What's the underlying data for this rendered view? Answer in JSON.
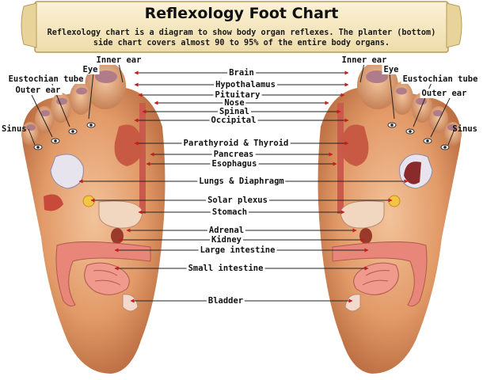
{
  "header": {
    "title": "Reflexology Foot Chart",
    "subtitle_line1": "Reflexology chart is a diagram to show body organ reflexes. The planter (bottom)",
    "subtitle_line2": "side chart covers almost 90 to 95% of the entire body organs."
  },
  "center_labels": {
    "brain": "Brain",
    "hypothalamus": "Hypothalamus",
    "pituitary": "Pituitary",
    "nose": "Nose",
    "spinal": "Spinal",
    "occipital": "Occipital",
    "parathyroid_thyroid": "Parathyroid & Thyroid",
    "pancreas": "Pancreas",
    "esophagus": "Esophagus",
    "lungs_diaphragm": "Lungs & Diaphragm",
    "solar_plexus": "Solar plexus",
    "stomach": "Stomach",
    "adrenal": "Adrenal",
    "kidney": "Kidney",
    "large_intestine": "Large intestine",
    "small_intestine": "Small intestine",
    "bladder": "Bladder"
  },
  "left_foot_labels": {
    "inner_ear": "Inner ear",
    "eye": "Eye",
    "eustachian_tube": "Eustochian tube",
    "outer_ear": "Outer ear",
    "sinus": "Sinus"
  },
  "right_foot_labels": {
    "inner_ear": "Inner ear",
    "eye": "Eye",
    "eustachian_tube": "Eustochian tube",
    "outer_ear": "Outer ear",
    "sinus": "Sinus"
  },
  "colors": {
    "skin": "#e7a878",
    "skin_shadow": "#c27a4f",
    "banner": "#f8ecc4",
    "banner_border": "#b89a5a",
    "intestine": "#e8867a",
    "line": "#222222",
    "arrow_red": "#cc1a1a"
  }
}
